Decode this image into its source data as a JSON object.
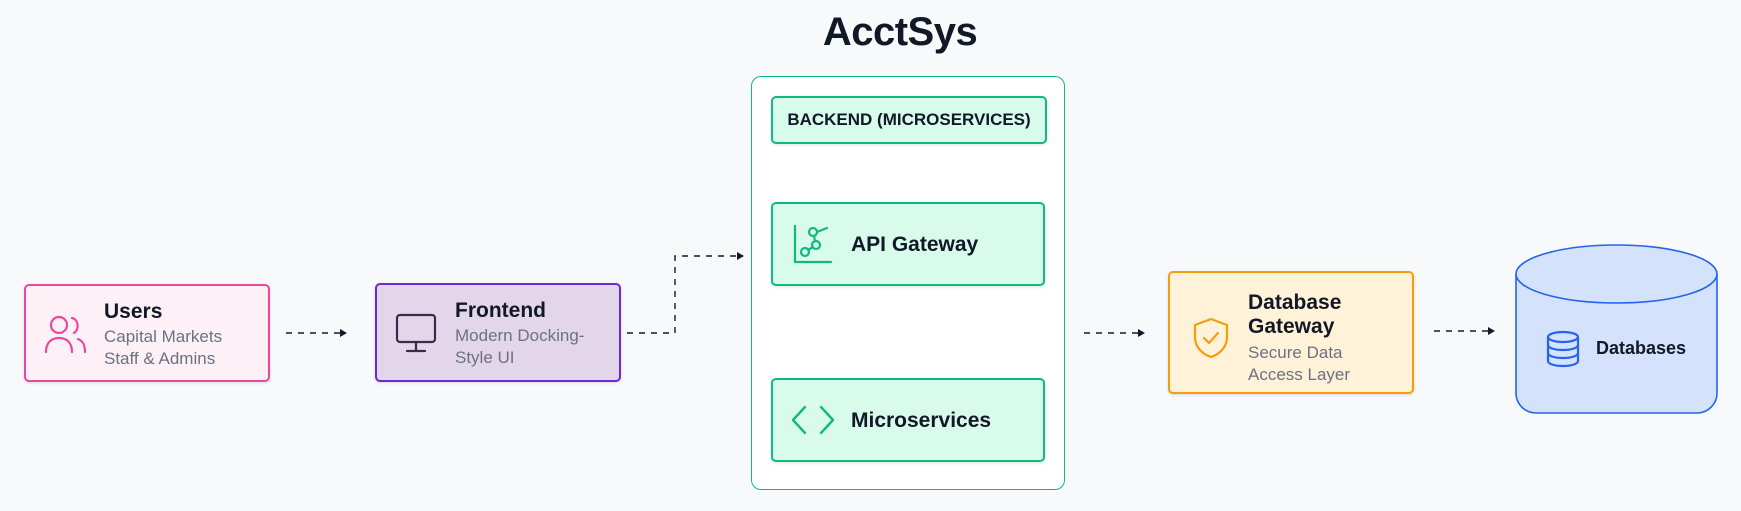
{
  "title": "AcctSys",
  "nodes": {
    "users": {
      "title": "Users",
      "subtitle_line1": "Capital Markets",
      "subtitle_line2": "Staff & Admins",
      "icon": "users-icon",
      "color": "#ec4899"
    },
    "frontend": {
      "title": "Frontend",
      "subtitle_line1": "Modern Docking-",
      "subtitle_line2": "Style UI",
      "icon": "monitor-icon",
      "color": "#6d28d9"
    },
    "backend": {
      "label": "BACKEND (MICROSERVICES)",
      "color": "#10b981"
    },
    "api_gateway": {
      "title": "API Gateway",
      "icon": "api-gateway-icon"
    },
    "microservices": {
      "title": "Microservices",
      "icon": "code-icon"
    },
    "database_gateway": {
      "title_line1": "Database",
      "title_line2": "Gateway",
      "subtitle_line1": "Secure Data",
      "subtitle_line2": "Access Layer",
      "icon": "shield-check-icon",
      "color": "#f59e0b"
    },
    "databases": {
      "title": "Databases",
      "icon": "database-icon",
      "color": "#3b82f6"
    }
  }
}
